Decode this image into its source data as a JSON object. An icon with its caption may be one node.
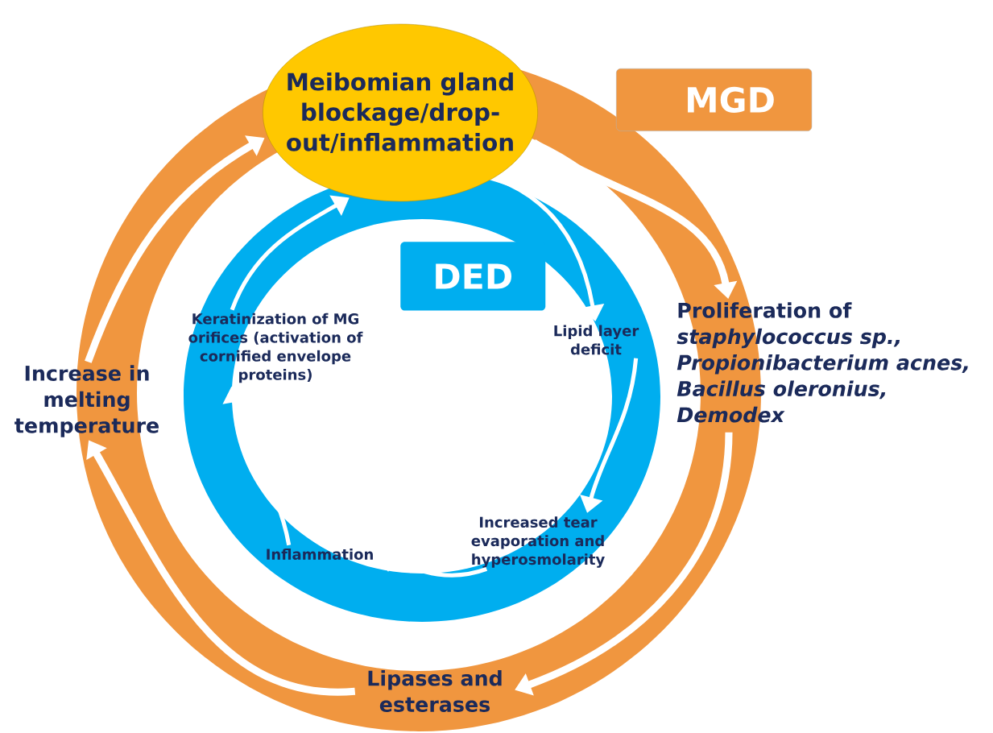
{
  "diagram": {
    "nodes": [
      {
        "text": [
          "Meibomian gland blockage/drop-out/inflammation"
        ]
      },
      {
        "text": [
          "MGD"
        ]
      },
      {
        "text": [
          "DED"
        ]
      },
      {
        "text": [
          "Keratinization of MG orifices (activation of cornified envelope proteins)"
        ]
      },
      {
        "text": [
          "Lipid layer deficit"
        ]
      },
      {
        "text": [
          "Increase in melting temperature"
        ]
      },
      {
        "text": [
          "Proliferation of *staphylococcus sp., Propionibacterium acnes, Bacillus oleronius, Demodex*"
        ]
      },
      {
        "text": [
          "Inflammation"
        ]
      },
      {
        "text": [
          "Increased tear evaporation and hyperosmolarity"
        ]
      },
      {
        "text": [
          "Lipases and esterases"
        ]
      }
    ],
    "edges": [
      {
        "from": 0,
        "to": 6,
        "arrow": "to"
      },
      {
        "from": 6,
        "to": 9,
        "arrow": "to"
      },
      {
        "from": 9,
        "to": 5,
        "arrow": "to"
      },
      {
        "from": 5,
        "to": 0,
        "arrow": "to"
      },
      {
        "from": 0,
        "to": 4,
        "arrow": "to"
      },
      {
        "from": 4,
        "to": 8,
        "arrow": "to"
      },
      {
        "from": 8,
        "to": 7,
        "arrow": "to"
      },
      {
        "from": 7,
        "to": 3,
        "arrow": "to"
      },
      {
        "from": 3,
        "to": 0,
        "arrow": "to"
      }
    ]
  }
}
